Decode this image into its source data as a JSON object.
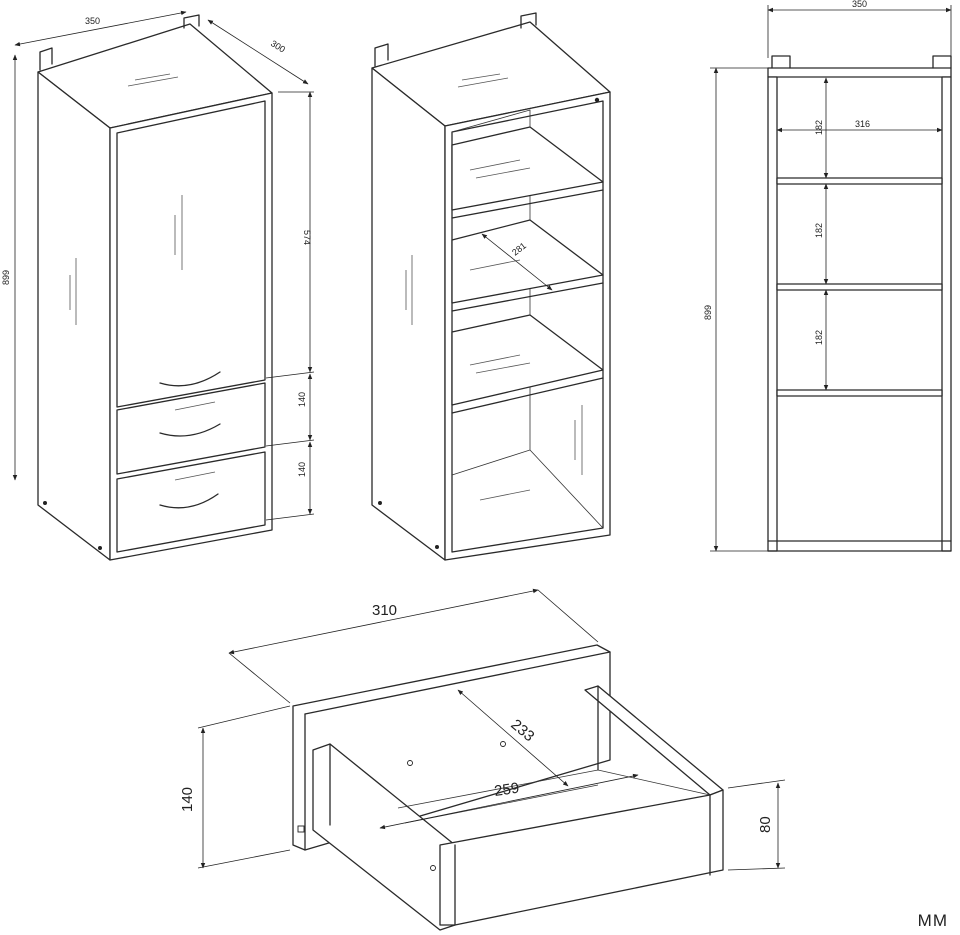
{
  "unit_label": "MM",
  "views": {
    "cabinet_closed": {
      "width": "350",
      "depth": "300",
      "height": "899",
      "door_height": "574",
      "drawer_1_height": "140",
      "drawer_2_height": "140"
    },
    "cabinet_open": {
      "shelf_depth": "281"
    },
    "front_view": {
      "width": "350",
      "inner_width": "316",
      "height": "899",
      "compartment_1": "182",
      "compartment_2": "182",
      "compartment_3": "182"
    },
    "drawer": {
      "outer_width": "310",
      "depth": "233",
      "inner_width": "259",
      "front_height": "140",
      "box_height": "80"
    }
  }
}
